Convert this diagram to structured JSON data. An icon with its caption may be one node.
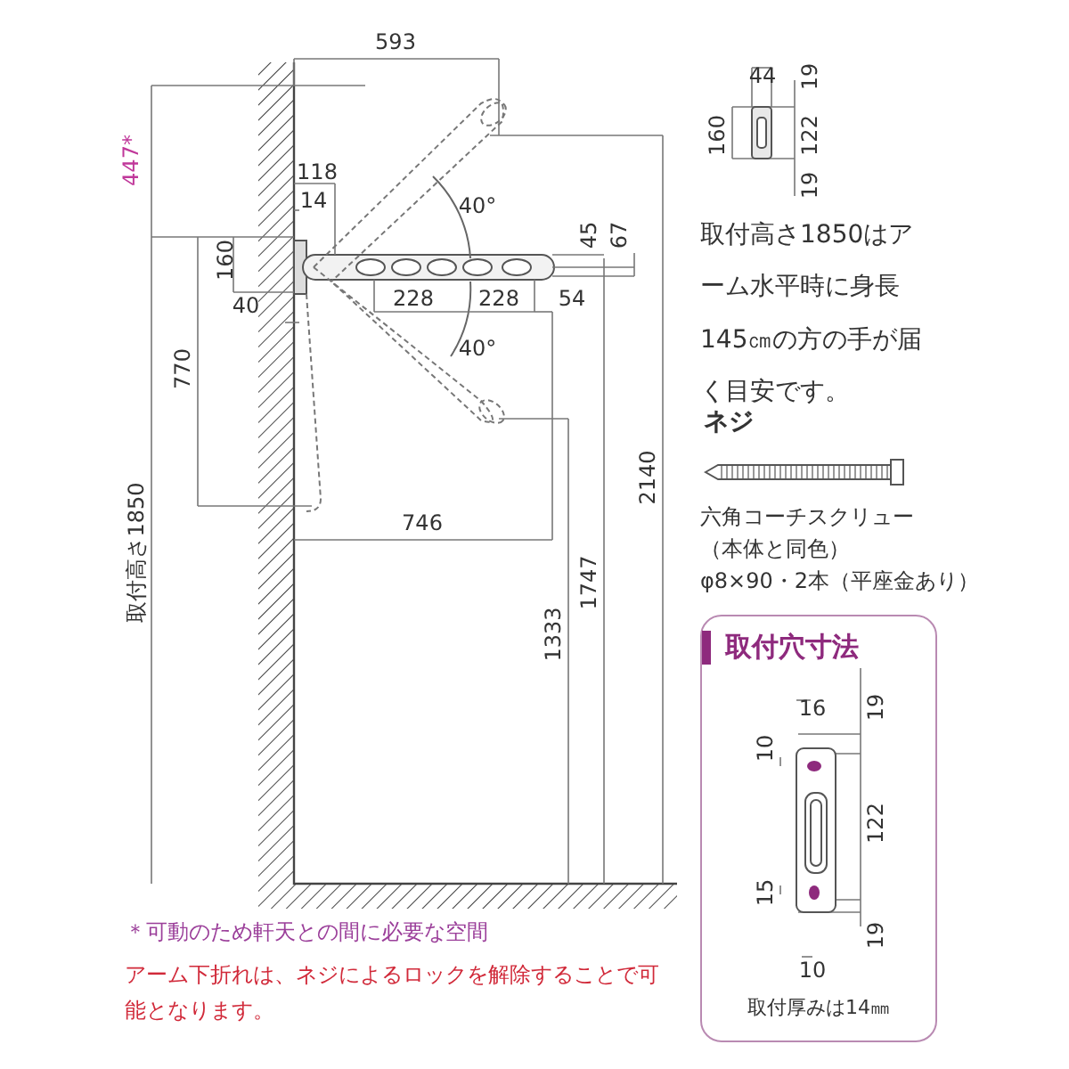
{
  "diagram": {
    "nodes": [
      {
        "text": [
          "取付穴寸法",
          "取付厚みは14㎜"
        ]
      }
    ],
    "edges": [],
    "labels": [
      "593",
      "447*",
      "118",
      "14",
      "40°",
      "45",
      "67",
      "160",
      "40",
      "228",
      "228",
      "54",
      "40°",
      "770",
      "746",
      "1747",
      "取付高さ1850",
      "1333",
      "2140",
      "44",
      "19",
      "160",
      "122",
      "19",
      "取付高さ1850はアーム水平時に身長145㎝の方の手が届く目安です。",
      "ネジ",
      "六角コーチスクリュー",
      "（本体と同色）",
      "φ8×90・2本（平座金あり）",
      "16",
      "19",
      "10",
      "122",
      "15",
      "19",
      "10",
      "＊可動のため軒天との間に必要な空間",
      "アーム下折れは、ネジによるロックを解除することで可能となります。"
    ]
  }
}
